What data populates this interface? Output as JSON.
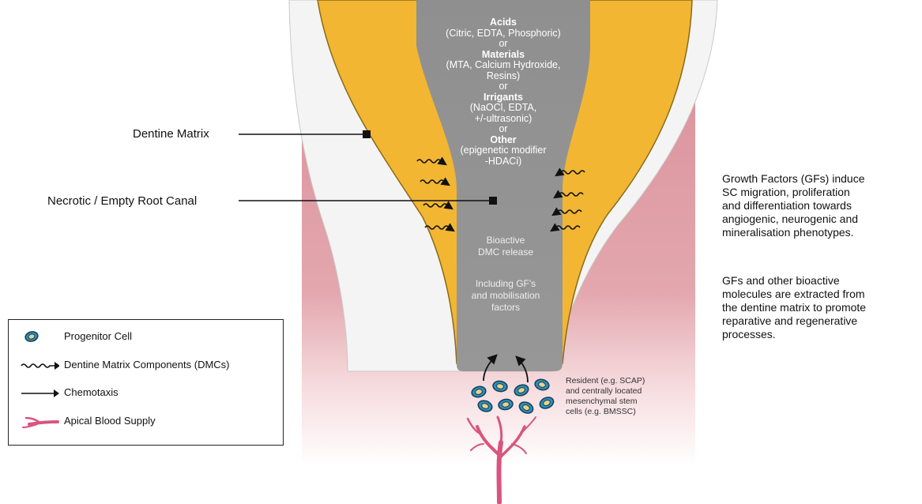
{
  "labels": {
    "dentine_matrix": "Dentine Matrix",
    "canal": "Necrotic / Empty Root Canal"
  },
  "canal_text": {
    "acids_title": "Acids",
    "acids_detail": "(Citric, EDTA, Phosphoric)",
    "or1": "or",
    "materials_title": "Materials",
    "materials_detail_1": "(MTA, Calcium Hydroxide,",
    "materials_detail_2": "Resins)",
    "or2": "or",
    "irrigants_title": "Irrigants",
    "irrigants_detail_1": "(NaOCl, EDTA,",
    "irrigants_detail_2": "+/-ultrasonic)",
    "or3": "or",
    "other_title": "Other",
    "other_detail_1": "(epigenetic modifier",
    "other_detail_2": "-HDACi)",
    "release_1": "Bioactive",
    "release_2": "DMC release",
    "including_1": "Including GF's",
    "including_2": "and mobilisation",
    "including_3": "factors"
  },
  "side_text": {
    "p1": [
      "Growth Factors (GFs) induce",
      "SC migration, proliferation",
      "and differentiation towards",
      "angiogenic, neurogenic and",
      "mineralisation phenotypes."
    ],
    "p2": [
      "GFs and other bioactive",
      "molecules are extracted from",
      "the dentine matrix to promote",
      "reparative and regenerative",
      "processes."
    ]
  },
  "stem_text": [
    "Resident (e.g. SCAP)",
    "and centrally located",
    "mesenchymal stem",
    "cells (e.g. BMSSC)"
  ],
  "legend": {
    "items": [
      {
        "label": "Progenitor Cell",
        "icon": "progenitor-cell-icon"
      },
      {
        "label": "Dentine Matrix Components (DMCs)",
        "icon": "wavy-arrow-icon"
      },
      {
        "label": "Chemotaxis",
        "icon": "arrow-icon"
      },
      {
        "label": "Apical Blood Supply",
        "icon": "blood-vessel-icon"
      }
    ]
  },
  "colors": {
    "dentine": "#F2B632",
    "canal": "#8E8E8E",
    "enamel_white": "#F4F4F4",
    "gum": "#DE9CA3",
    "vessel": "#D9547E",
    "cell": "#2D8DB8"
  }
}
